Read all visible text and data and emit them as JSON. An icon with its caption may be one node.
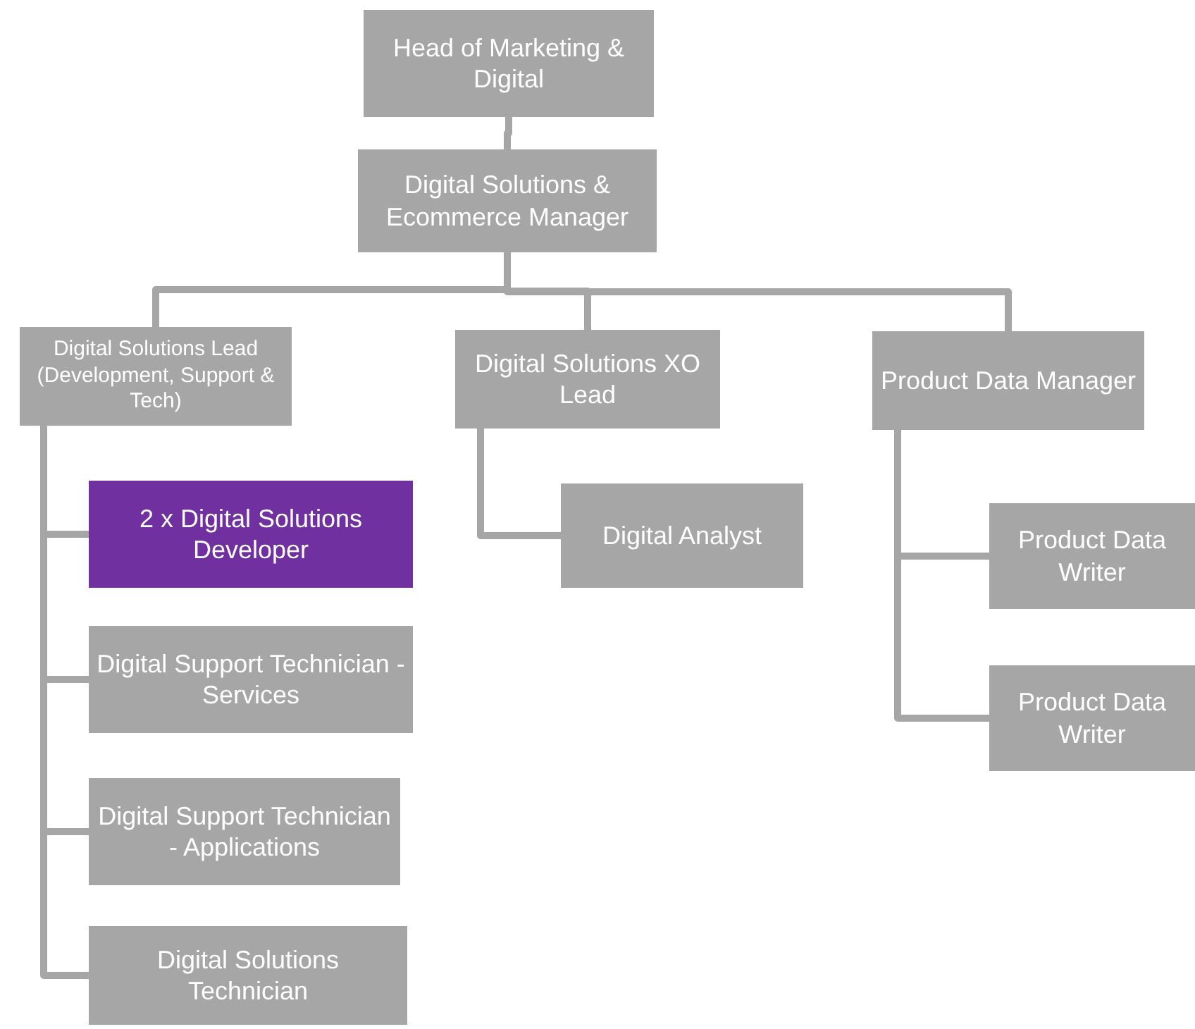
{
  "diagram": {
    "nodes": [
      {
        "text": [
          "Head of Marketing & Digital"
        ]
      },
      {
        "text": [
          "Digital Solutions & Ecommerce Manager"
        ]
      },
      {
        "text": [
          "Digital Solutions Lead (Development, Support & Tech)"
        ]
      },
      {
        "text": [
          "Digital Solutions XO Lead"
        ]
      },
      {
        "text": [
          "Product Data Manager"
        ]
      },
      {
        "text": [
          "2 x Digital Solutions Developer"
        ]
      },
      {
        "text": [
          "Digital Support Technician - Services"
        ]
      },
      {
        "text": [
          "Digital Support Technician - Applications"
        ]
      },
      {
        "text": [
          "Digital Solutions Technician"
        ]
      },
      {
        "text": [
          "Digital Analyst"
        ]
      },
      {
        "text": [
          "Product Data Writer"
        ]
      },
      {
        "text": [
          "Product Data Writer"
        ]
      }
    ],
    "edges": [
      {
        "from": 0,
        "to": 1,
        "arrow": "none"
      },
      {
        "from": 1,
        "to": 2,
        "arrow": "none"
      },
      {
        "from": 1,
        "to": 3,
        "arrow": "none"
      },
      {
        "from": 1,
        "to": 4,
        "arrow": "none"
      },
      {
        "from": 2,
        "to": 5,
        "arrow": "none"
      },
      {
        "from": 2,
        "to": 6,
        "arrow": "none"
      },
      {
        "from": 2,
        "to": 7,
        "arrow": "none"
      },
      {
        "from": 2,
        "to": 8,
        "arrow": "none"
      },
      {
        "from": 3,
        "to": 9,
        "arrow": "none"
      },
      {
        "from": 4,
        "to": 10,
        "arrow": "none"
      },
      {
        "from": 4,
        "to": 11,
        "arrow": "none"
      }
    ]
  }
}
